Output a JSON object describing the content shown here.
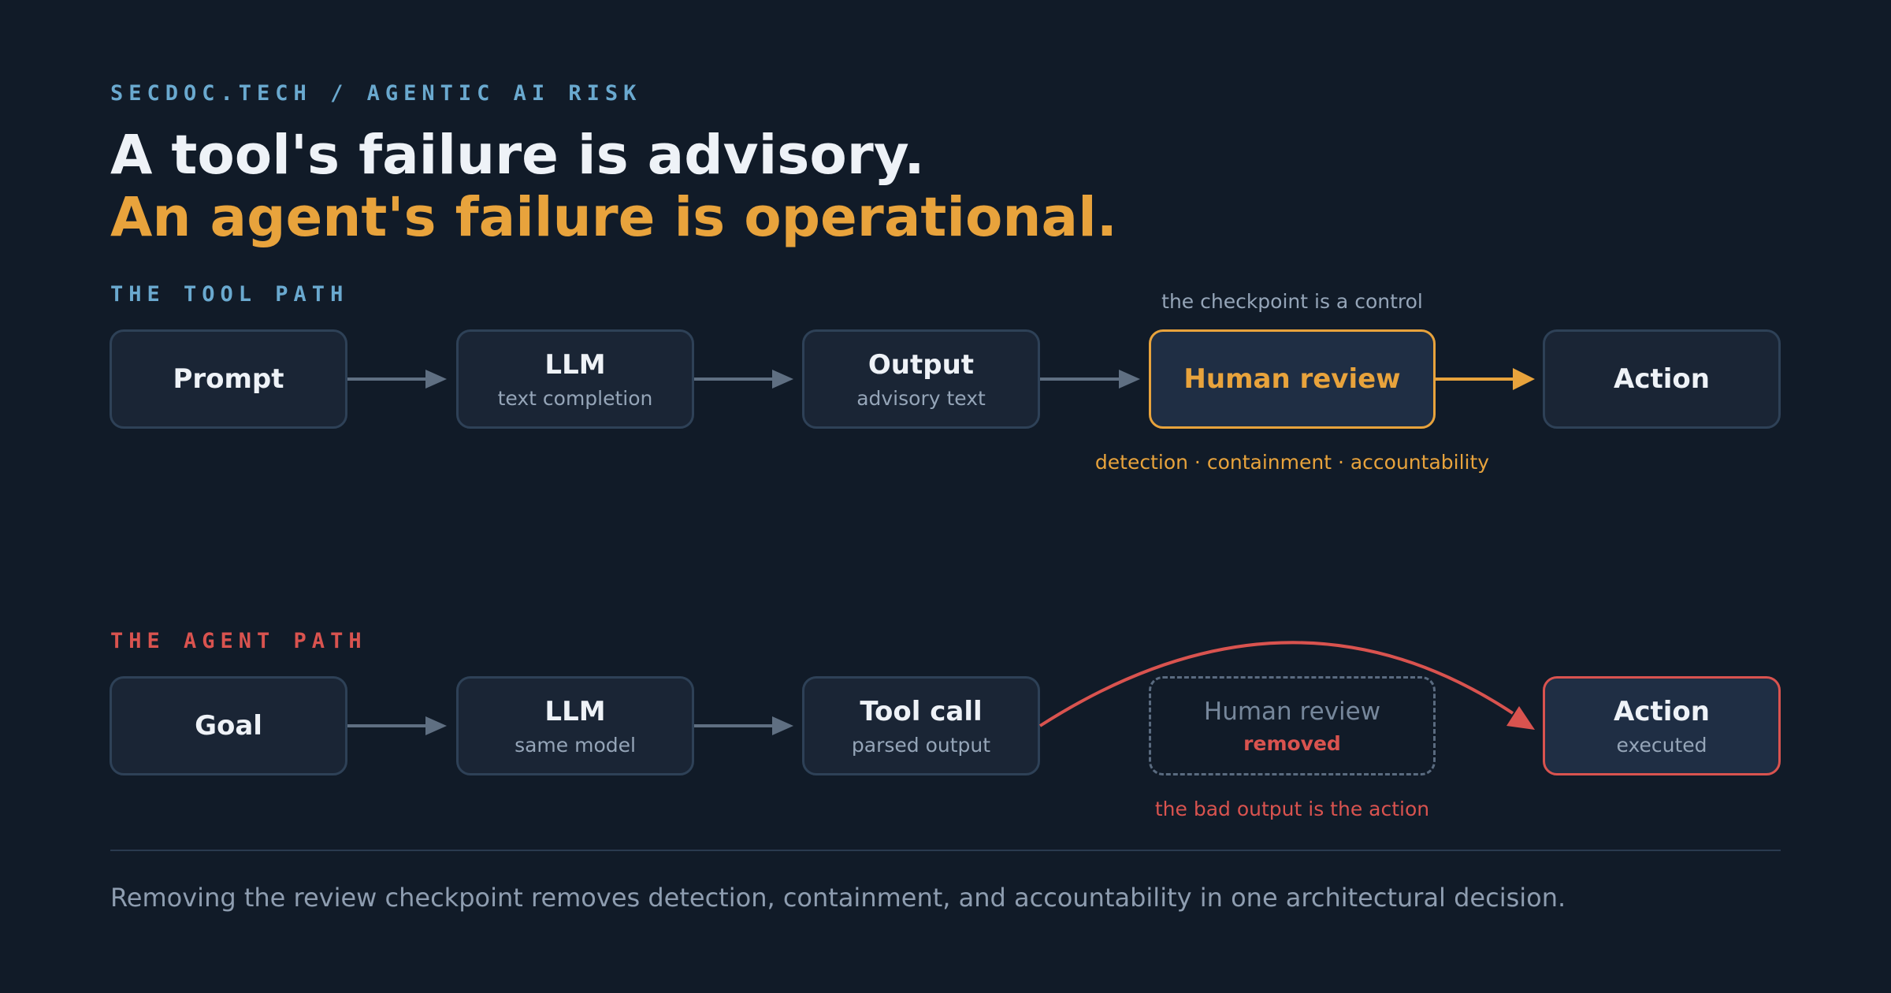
{
  "eyebrow": "SECDOC.TECH / AGENTIC AI RISK",
  "title_line1": "A tool's failure is advisory.",
  "title_line2": "An agent's failure is operational.",
  "colors": {
    "background": "#111b28",
    "accent_amber": "#e8a33c",
    "accent_red": "#d9534f",
    "accent_blue": "#6aa9cf",
    "arrow_gray": "#5f6f82"
  },
  "tool_path": {
    "label": "THE TOOL PATH",
    "nodes": [
      {
        "title": "Prompt",
        "sub": ""
      },
      {
        "title": "LLM",
        "sub": "text completion"
      },
      {
        "title": "Output",
        "sub": "advisory text"
      },
      {
        "title": "Human review",
        "sub": ""
      },
      {
        "title": "Action",
        "sub": ""
      }
    ],
    "review_note_above": "the checkpoint is a control",
    "review_note_below": "detection · containment · accountability"
  },
  "agent_path": {
    "label": "THE AGENT PATH",
    "nodes": [
      {
        "title": "Goal",
        "sub": ""
      },
      {
        "title": "LLM",
        "sub": "same model"
      },
      {
        "title": "Tool call",
        "sub": "parsed output"
      },
      {
        "title": "Human review",
        "sub": "removed"
      },
      {
        "title": "Action",
        "sub": "executed"
      }
    ],
    "review_note_below": "the bad output is the action"
  },
  "footer": "Removing the review checkpoint removes detection, containment, and accountability in one architectural decision."
}
